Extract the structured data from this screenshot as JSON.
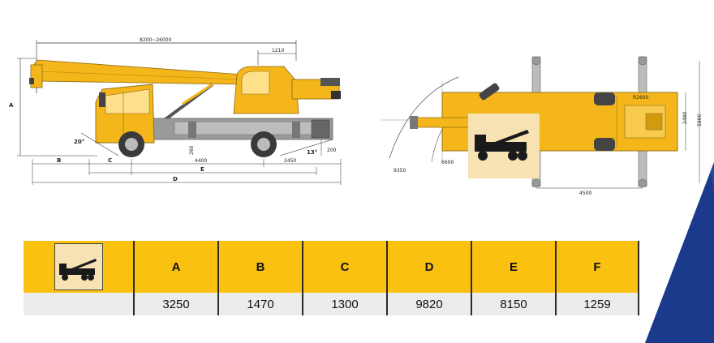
{
  "side_view": {
    "boom_range": "8200~26000",
    "dim_1210": "1210",
    "label_a": "A",
    "label_b": "B",
    "label_c": "C",
    "label_d": "D",
    "label_e": "E",
    "angle_front": "20°",
    "angle_rear": "13°",
    "dim_260": "260",
    "dim_4400": "4400",
    "dim_2450": "2450",
    "dim_200": "200"
  },
  "top_view": {
    "dim_9350": "9350",
    "dim_6600": "6600",
    "dim_4500": "4500",
    "dim_2480": "2480",
    "dim_5800": "5800",
    "dim_r2600": "R2600"
  },
  "table": {
    "headers": [
      "A",
      "B",
      "C",
      "D",
      "E",
      "F"
    ],
    "values": [
      "3250",
      "1470",
      "1300",
      "9820",
      "8150",
      "1259"
    ]
  },
  "colors": {
    "crane_yellow": "#f4b61a",
    "table_yellow": "#fbc111",
    "value_row_gray": "#ececec",
    "accent_blue": "#1b3a8c"
  }
}
